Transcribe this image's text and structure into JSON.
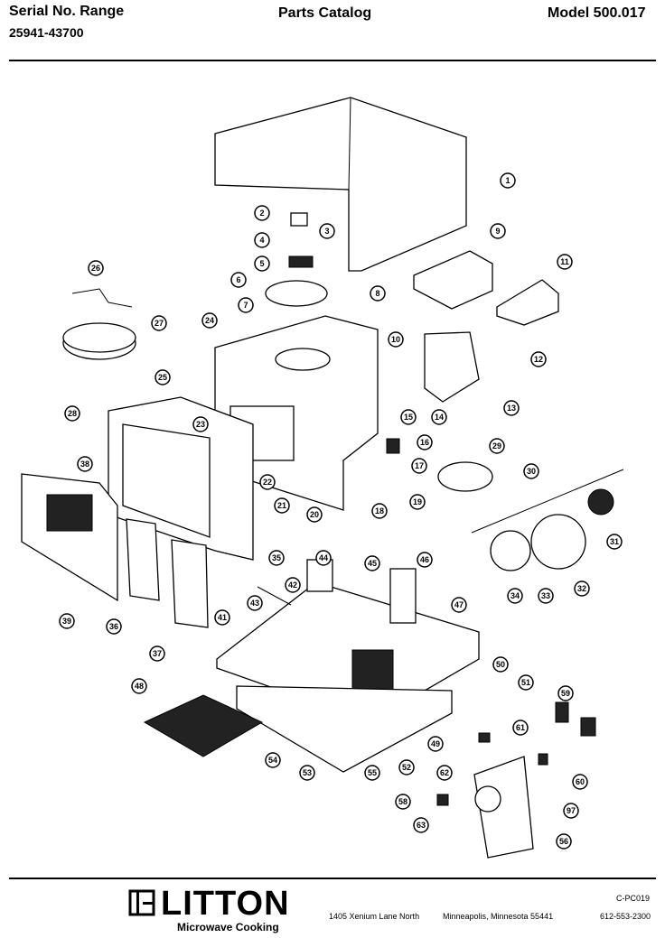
{
  "header": {
    "serial_label": "Serial No. Range",
    "serial_value": "25941-43700",
    "title": "Parts Catalog",
    "model": "Model 500.017"
  },
  "callouts": [
    "1",
    "2",
    "3",
    "4",
    "5",
    "6",
    "7",
    "8",
    "9",
    "10",
    "11",
    "12",
    "13",
    "14",
    "15",
    "16",
    "17",
    "18",
    "19",
    "20",
    "21",
    "22",
    "23",
    "24",
    "25",
    "26",
    "27",
    "28",
    "29",
    "30",
    "31",
    "32",
    "33",
    "34",
    "35",
    "36",
    "37",
    "38",
    "39",
    "41",
    "42",
    "43",
    "44",
    "45",
    "46",
    "47",
    "48",
    "49",
    "50",
    "51",
    "52",
    "53",
    "54",
    "55",
    "56",
    "58",
    "59",
    "60",
    "61",
    "62",
    "63",
    "97"
  ],
  "footer": {
    "brand": "LITTON",
    "sub": "Microwave Cooking",
    "address": "1405 Xenium Lane North",
    "city": "Minneapolis, Minnesota 55441",
    "code": "C-PC019",
    "phone": "612-553-2300"
  }
}
